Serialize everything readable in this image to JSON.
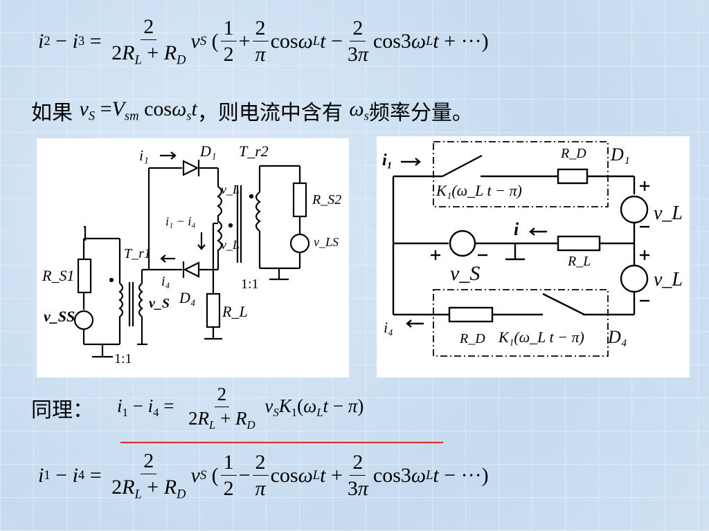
{
  "eq1": {
    "lhs": "i₂ − i₃ =",
    "num": "2",
    "den": "2R_L + R_D",
    "vs": "v_S",
    "series": "(1/2 + 2/π cos ω_L t − 2/(3π) cos3ω_L t + ···)"
  },
  "line2": {
    "prefix": "如果",
    "expr": "v_S = V_sm cosω_s t",
    "mid": "，则电流中含有",
    "omega": "ω_s",
    "suffix": "频率分量。"
  },
  "left_circuit": {
    "i1": "i₁",
    "D1": "D₁",
    "Tr2": "T_r2",
    "vL_top": "v_L",
    "vL_mid": "v_L",
    "Rs2": "R_S2",
    "vLS": "v_LS",
    "i1_i4": "i₁ − i₄",
    "Tr1": "T_r1",
    "Rs1": "R_S1",
    "vss": "v_SS",
    "vs": "v_S",
    "i4": "i₄",
    "D4": "D₄",
    "RL": "R_L",
    "ratio_bottom": "1:1",
    "ratio_right": "1:1"
  },
  "right_circuit": {
    "i1": "i₁",
    "RD_top": "R_D",
    "D1": "D₁",
    "K1_top": "K₁(ω_L t − π)",
    "vL_top": "v_L",
    "i": "i",
    "vs": "v_S",
    "RL": "R_L",
    "vL_bottom": "v_L",
    "i4": "i₄",
    "RD_bottom": "R_D",
    "K1_bottom": "K₁(ω_L t − π)",
    "D4": "D₄"
  },
  "line3": {
    "prefix": "同理：",
    "lhs": "i₁ − i₄ =",
    "num": "2",
    "den": "2R_L + R_D",
    "rhs": "v_S K₁(ω_L t − π)"
  },
  "eq4": {
    "lhs": "i₁ − i₄ =",
    "num": "2",
    "den": "2R_L + R_D",
    "vs": "v_S",
    "series": "(1/2 − 2/π cos ω_L t + 2/(3π) cos3ω_L t − ···)"
  },
  "colors": {
    "underline": "#e0262a",
    "background": "#cfe1f3"
  }
}
